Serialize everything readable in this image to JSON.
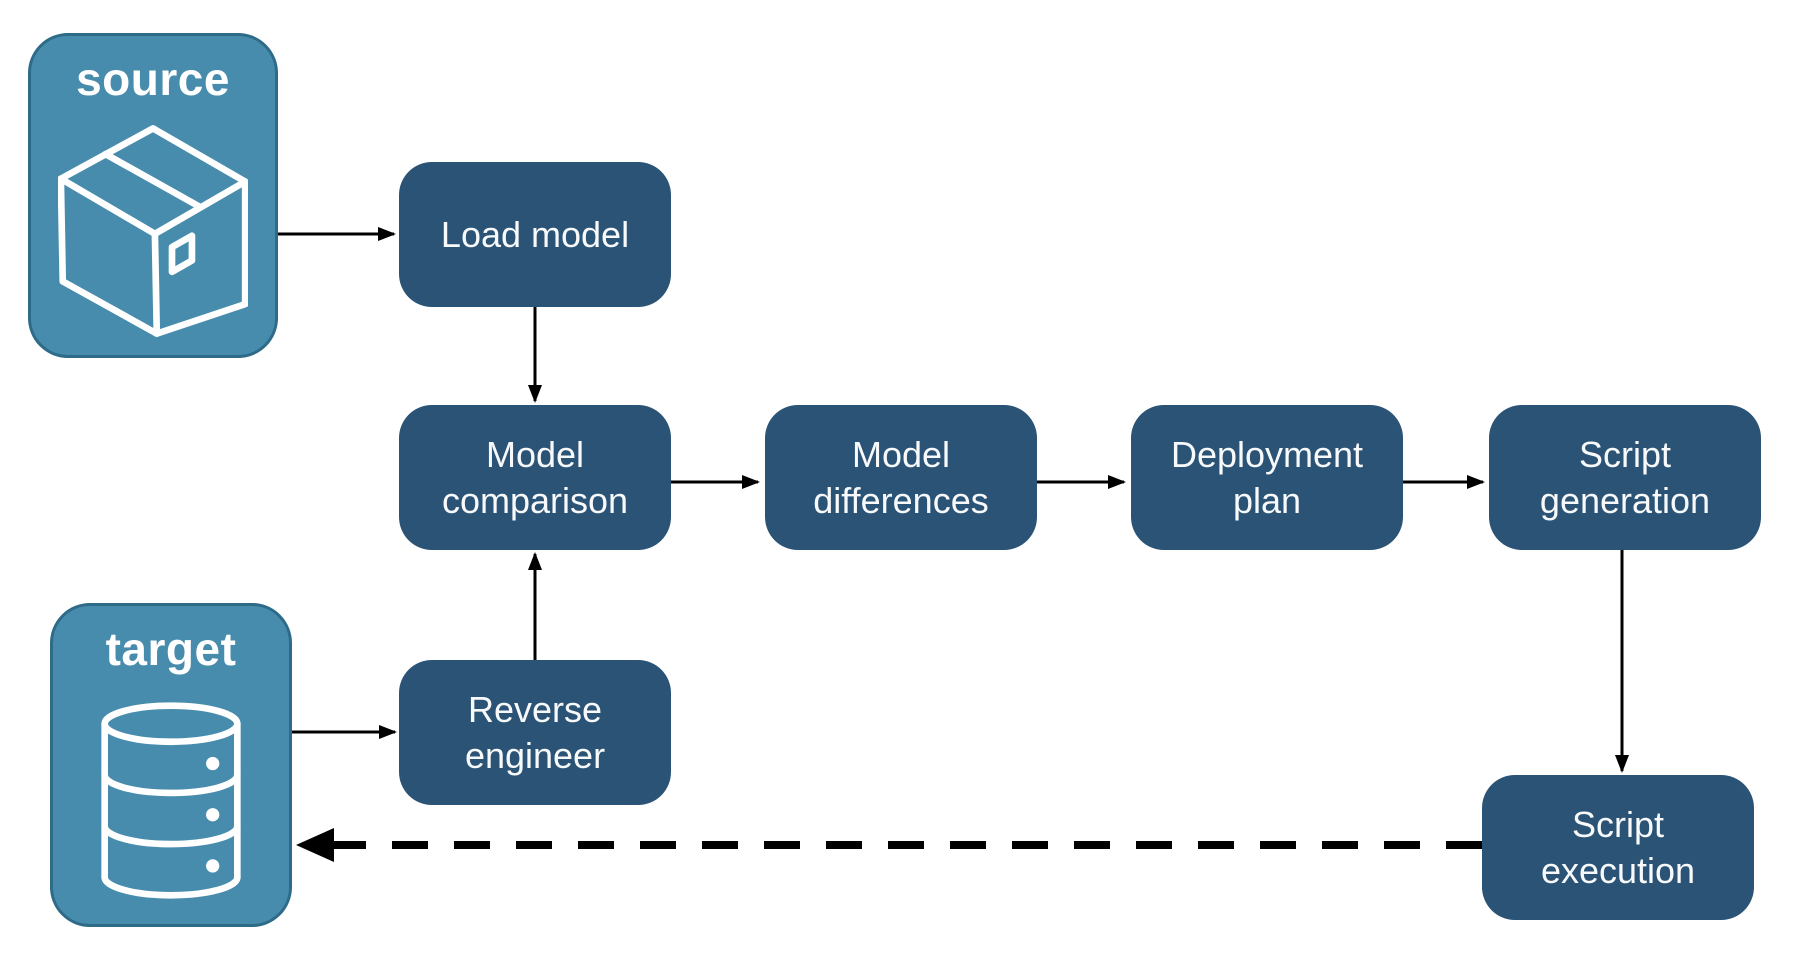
{
  "colors": {
    "node_fill": "#2B5375",
    "node_text": "#F7F9FB",
    "endpoint_fill": "#478CAD",
    "endpoint_border": "#2E6B89",
    "endpoint_text": "#FFFFFF",
    "arrow": "#000000"
  },
  "endpoints": {
    "source": {
      "label": "source",
      "icon": "package-icon"
    },
    "target": {
      "label": "target",
      "icon": "database-icon"
    }
  },
  "nodes": {
    "load_model": "Load model",
    "model_comparison": "Model comparison",
    "model_differences": "Model differences",
    "deployment_plan": "Deployment plan",
    "script_generation": "Script generation",
    "reverse_engineer": "Reverse engineer",
    "script_execution": "Script execution"
  },
  "edges": [
    {
      "from": "source",
      "to": "load_model",
      "style": "solid"
    },
    {
      "from": "load_model",
      "to": "model_comparison",
      "style": "solid"
    },
    {
      "from": "model_comparison",
      "to": "model_differences",
      "style": "solid"
    },
    {
      "from": "model_differences",
      "to": "deployment_plan",
      "style": "solid"
    },
    {
      "from": "deployment_plan",
      "to": "script_generation",
      "style": "solid"
    },
    {
      "from": "script_generation",
      "to": "script_execution",
      "style": "solid"
    },
    {
      "from": "target",
      "to": "reverse_engineer",
      "style": "solid"
    },
    {
      "from": "reverse_engineer",
      "to": "model_comparison",
      "style": "solid"
    },
    {
      "from": "script_execution",
      "to": "target",
      "style": "dashed"
    }
  ]
}
